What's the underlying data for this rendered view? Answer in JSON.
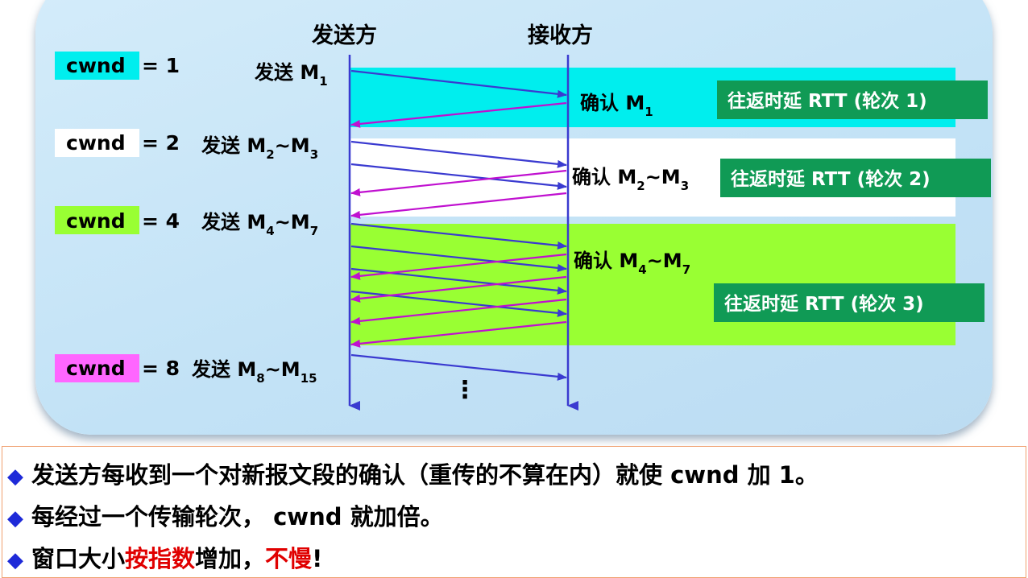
{
  "headers": {
    "sender": "发送方",
    "receiver": "接收方"
  },
  "colors": {
    "cyan": "#00eeee",
    "white": "#ffffff",
    "green": "#99ff33",
    "magenta": "#ff66ff",
    "rtt_box": "#109a55",
    "data_arrow": "#3a3ad0",
    "ack_arrow": "#c010d0",
    "bullet": "#1e2ad8",
    "highlight": "#e00000"
  },
  "rounds": [
    {
      "cwnd_label": "cwnd",
      "cwnd_value": "= 1",
      "send_prefix": "发送 M",
      "send_sub1": "1",
      "send_mid": "",
      "send_sub2": "",
      "ack_prefix": "确认 M",
      "ack_sub1": "1",
      "ack_mid": "",
      "ack_sub2": "",
      "rtt": "往返时延 RTT (轮次 1)"
    },
    {
      "cwnd_label": "cwnd",
      "cwnd_value": "= 2",
      "send_prefix": "发送 M",
      "send_sub1": "2",
      "send_mid": "~M",
      "send_sub2": "3",
      "ack_prefix": "确认 M",
      "ack_sub1": "2",
      "ack_mid": "~M",
      "ack_sub2": "3",
      "rtt": "往返时延 RTT (轮次 2)"
    },
    {
      "cwnd_label": "cwnd",
      "cwnd_value": "= 4",
      "send_prefix": "发送 M",
      "send_sub1": "4",
      "send_mid": "~M",
      "send_sub2": "7",
      "ack_prefix": "确认 M",
      "ack_sub1": "4",
      "ack_mid": "~M",
      "ack_sub2": "7",
      "rtt": "往返时延 RTT (轮次 3)"
    },
    {
      "cwnd_label": "cwnd",
      "cwnd_value": "= 8",
      "send_prefix": "发送 M",
      "send_sub1": "8",
      "send_mid": "~M",
      "send_sub2": "15"
    }
  ],
  "ellipsis": "⋮",
  "bullets": [
    {
      "text": "发送方每收到一个对新报文段的确认（重传的不算在内）就使 cwnd 加 1。"
    },
    {
      "text": "每经过一个传输轮次， cwnd 就加倍。"
    },
    {
      "pre": "窗口大小",
      "red1": "按指数",
      "mid": "增加，",
      "red2": "不慢",
      "post": "!"
    }
  ],
  "bullet_icon": "diamond-icon"
}
